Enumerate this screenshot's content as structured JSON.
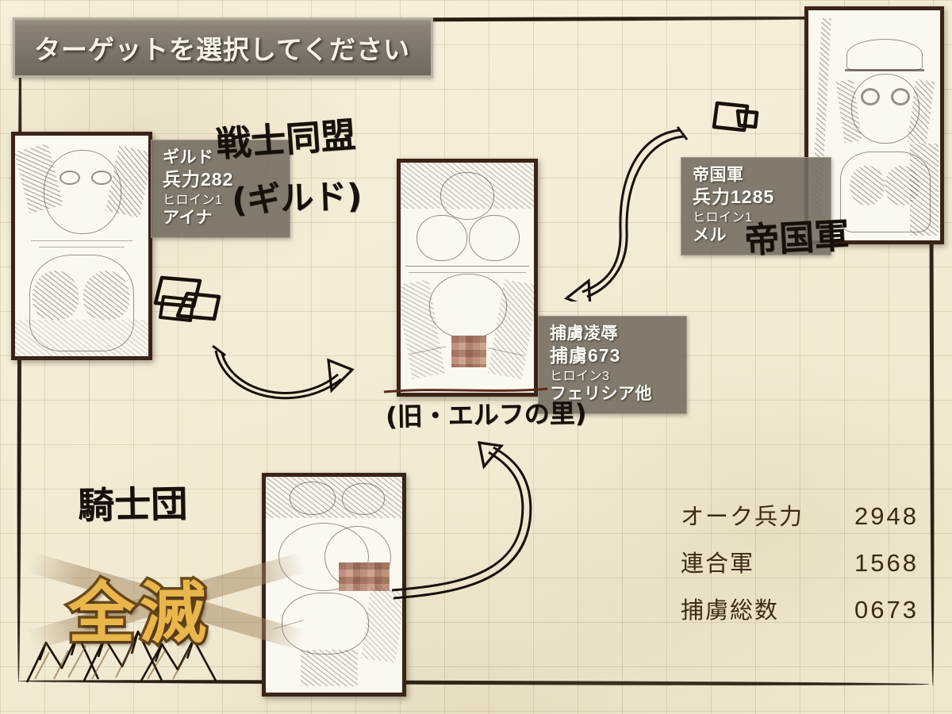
{
  "title": {
    "text": "ターゲットを選択してください"
  },
  "units": [
    {
      "id": "guild",
      "name": "ギルド",
      "force_label": "兵力282",
      "heroine_label": "ヒロイン1",
      "heroine_name": "アイナ"
    },
    {
      "id": "empire",
      "name": "帝国軍",
      "force_label": "兵力1285",
      "heroine_label": "ヒロイン1",
      "heroine_name": "メル"
    },
    {
      "id": "prisoners",
      "name": "捕虜凌辱",
      "force_label": "捕虜673",
      "heroine_label": "ヒロイン3",
      "heroine_name": "フェリシア他"
    }
  ],
  "handwriting": {
    "guild_alliance": "戦士同盟",
    "guild_alliance_sub": "(ギルド)",
    "knights": "騎士団",
    "elf_village": "(旧・エルフの里)",
    "empire": "帝国軍"
  },
  "status": {
    "annihilated": "全滅"
  },
  "stats": {
    "rows": [
      {
        "label": "オーク兵力",
        "value": "2948"
      },
      {
        "label": "連合軍",
        "value": "1568"
      },
      {
        "label": "捕虜総数",
        "value": "0673"
      }
    ]
  },
  "panels": [
    {
      "id": "guild-portrait",
      "alt": "ギルド女戦士 鉛筆スケッチ"
    },
    {
      "id": "empire-portrait",
      "alt": "帝国軍兵士 鉛筆スケッチ"
    },
    {
      "id": "prisoner-scene",
      "alt": "捕虜凌辱 鉛筆スケッチ"
    },
    {
      "id": "knights-scene",
      "alt": "騎士団 鉛筆スケッチ"
    }
  ]
}
